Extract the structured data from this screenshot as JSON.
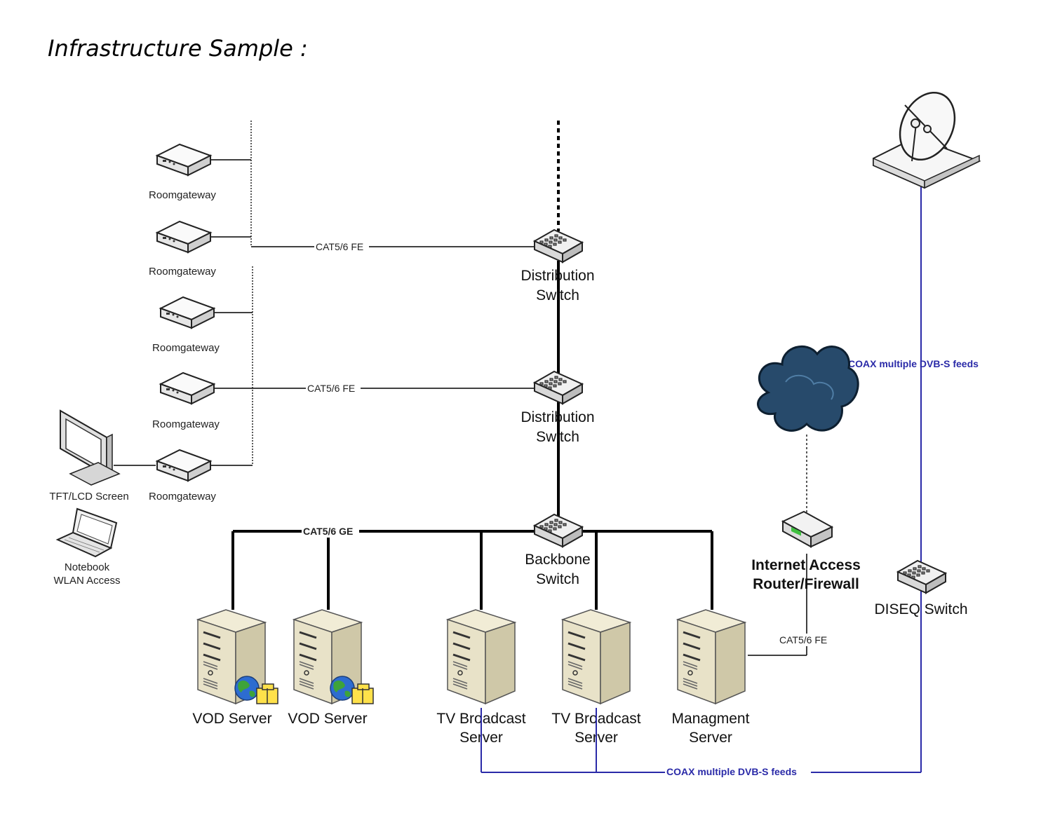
{
  "title": "Infrastructure Sample :",
  "nodes": {
    "roomgateway_1": "Roomgateway",
    "roomgateway_2": "Roomgateway",
    "roomgateway_3": "Roomgateway",
    "roomgateway_4": "Roomgateway",
    "roomgateway_5": "Roomgateway",
    "tft_screen": "TFT/LCD Screen",
    "notebook": [
      "Notebook",
      "WLAN Access"
    ],
    "distribution_switch_1": [
      "Distribution",
      "Switch"
    ],
    "distribution_switch_2": [
      "Distribution",
      "Switch"
    ],
    "backbone_switch": [
      "Backbone",
      "Switch"
    ],
    "internet_router": [
      "Internet Access",
      "Router/Firewall"
    ],
    "diseq_switch": "DISEQ Switch",
    "vod_server_1": "VOD Server",
    "vod_server_2": "VOD Server",
    "tv_broadcast_1": [
      "TV Broadcast",
      "Server"
    ],
    "tv_broadcast_2": [
      "TV Broadcast",
      "Server"
    ],
    "management_server": [
      "Managment",
      "Server"
    ]
  },
  "links": {
    "cat_fe_1": "CAT5/6 FE",
    "cat_fe_2": "CAT5/6 FE",
    "cat_ge": "CAT5/6 GE",
    "cat_fe_router": "CAT5/6 FE",
    "coax_top": "COAX  multiple DVB-S feeds",
    "coax_bottom": "COAX multiple DVB-S feeds"
  },
  "colors": {
    "coax_line": "#2a2aa8",
    "cable_line": "#000000",
    "server_body": "#e8e2c8",
    "cloud": "#274a6b"
  },
  "icons": {
    "satellite": "satellite-dish-icon",
    "cloud": "internet-cloud-icon",
    "switch": "network-switch-icon",
    "router": "router-icon",
    "server": "server-tower-icon",
    "gateway": "roomgateway-box-icon",
    "monitor": "lcd-monitor-icon",
    "laptop": "laptop-icon",
    "globe": "globe-icon"
  }
}
